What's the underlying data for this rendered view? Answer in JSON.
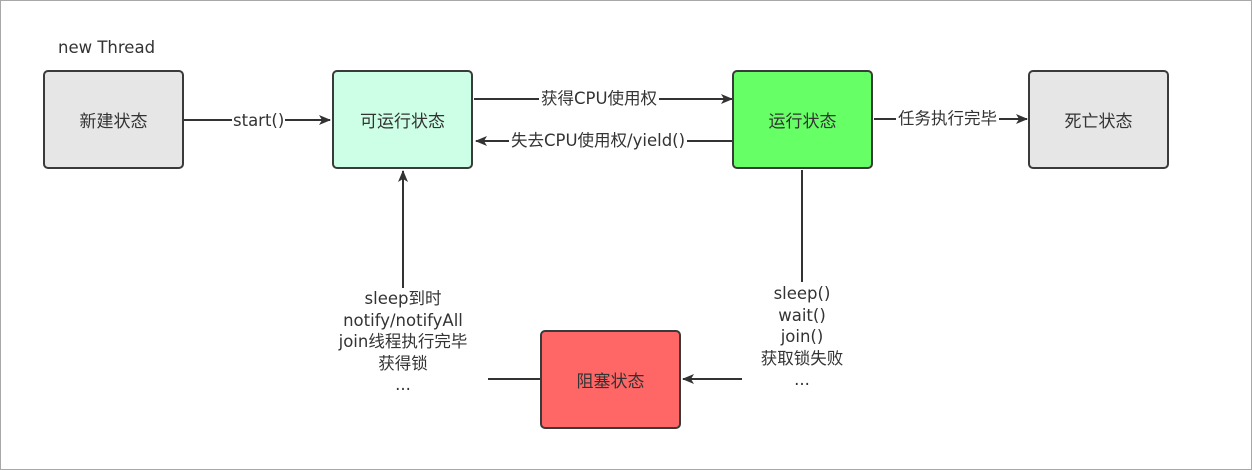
{
  "caption": "new Thread",
  "states": {
    "new": {
      "label": "新建状态",
      "color": "#e6e6e6"
    },
    "runnable": {
      "label": "可运行状态",
      "color": "#ccffe6"
    },
    "running": {
      "label": "运行状态",
      "color": "#66ff66"
    },
    "dead": {
      "label": "死亡状态",
      "color": "#e6e6e6"
    },
    "blocked": {
      "label": "阻塞状态",
      "color": "#ff6666"
    }
  },
  "edges": {
    "start": "start()",
    "get_cpu": "获得CPU使用权",
    "lose_cpu": "失去CPU使用权/yield()",
    "finish": "任务执行完毕",
    "to_blocked": [
      "sleep()",
      "wait()",
      "join()",
      "获取锁失败",
      "..."
    ],
    "to_runnable": [
      "sleep到时",
      "notify/notifyAll",
      "join线程执行完毕",
      "获得锁",
      "..."
    ]
  }
}
